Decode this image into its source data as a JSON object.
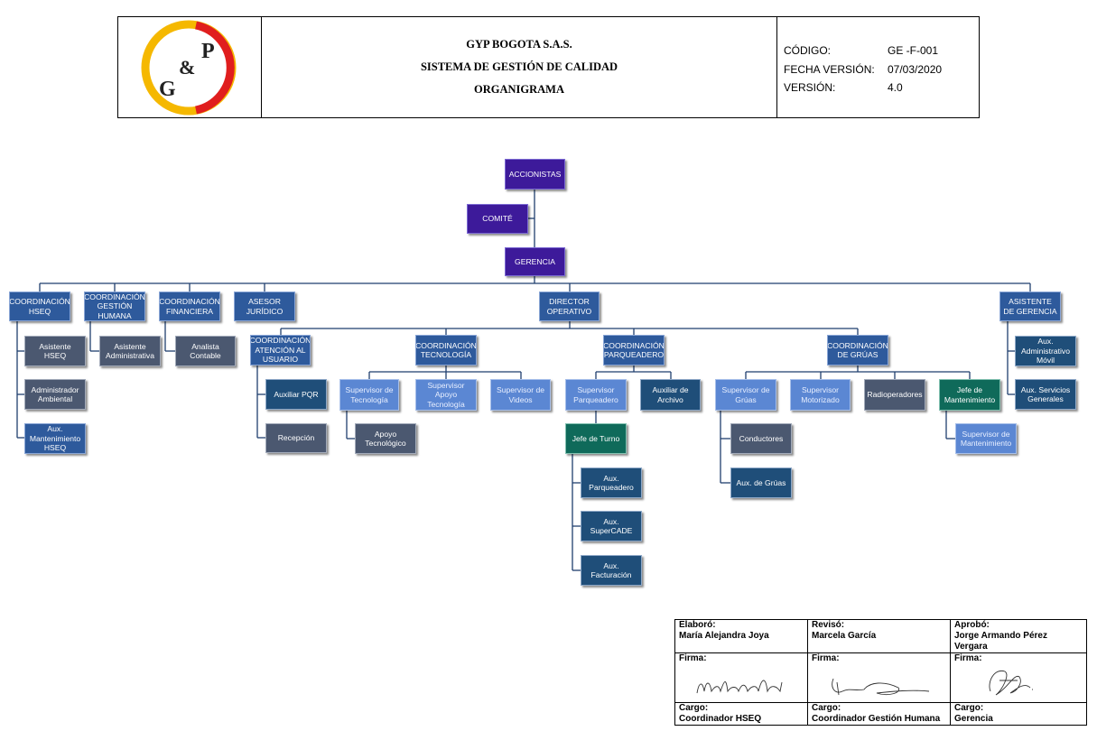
{
  "header": {
    "company": "GYP BOGOTA S.A.S.",
    "system": "SISTEMA DE GESTIÓN DE CALIDAD",
    "document": "ORGANIGRAMA",
    "logo_text": "G&P",
    "code_label": "CÓDIGO:",
    "code_value": "GE -F-001",
    "date_label": "FECHA VERSIÓN:",
    "date_value": "07/03/2020",
    "version_label": "VERSIÓN:",
    "version_value": "4.0"
  },
  "org": {
    "accionistas": "ACCIONISTAS",
    "comite": "COMITÉ",
    "gerencia": "GERENCIA",
    "coord_hseq": "COORDINACIÓN HSEQ",
    "coord_gh": "COORDINACIÓN GESTIÓN HUMANA",
    "coord_fin": "COORDINACIÓN FINANCIERA",
    "asesor_juridico": "ASESOR JURÍDICO",
    "director_operativo": "DIRECTOR OPERATIVO",
    "asistente_gerencia": "ASISTENTE DE GERENCIA",
    "asistente_hseq": "Asistente HSEQ",
    "admin_ambiental": "Administrador Ambiental",
    "aux_mant_hseq": "Aux. Mantenimiento HSEQ",
    "asistente_admin": "Asistente Administrativa",
    "analista_contable": "Analista Contable",
    "coord_atencion": "COORDINACIÓN ATENCIÓN AL USUARIO",
    "aux_pqr": "Auxiliar PQR",
    "recepcion": "Recepción",
    "coord_tec": "COORDINACIÓN TECNOLOGÍA",
    "sup_tec": "Supervisor de Tecnología",
    "sup_apoyo_tec": "Supervisor Apoyo Tecnología",
    "sup_videos": "Supervisor de Videos",
    "apoyo_tec": "Apoyo Tecnológico",
    "coord_parq": "COORDINACIÓN PARQUEADERO",
    "sup_parq": "Supervisor Parqueadero",
    "aux_archivo": "Auxiliar de Archivo",
    "jefe_turno": "Jefe de Turno",
    "aux_parq": "Aux. Parqueadero",
    "aux_supercade": "Aux. SuperCADE",
    "aux_facturacion": "Aux. Facturación",
    "coord_gruas": "COORDINACIÓN DE GRÚAS",
    "sup_gruas": "Supervisor de Grúas",
    "sup_motorizado": "Supervisor Motorizado",
    "radioperadores": "Radioperadores",
    "jefe_mant": "Jefe de Mantenimiento",
    "sup_mant": "Supervisor de Mantenimiento",
    "conductores": "Conductores",
    "aux_gruas": "Aux. de Grúas",
    "aux_admin_movil": "Aux. Administrativo Móvil",
    "aux_servicios": "Aux. Servicios Generales"
  },
  "approvals": {
    "elaboro_label": "Elaboró:",
    "elaboro_name": "María Alejandra Joya",
    "reviso_label": "Revisó:",
    "reviso_name": "Marcela García",
    "aprobo_label": "Aprobó:",
    "aprobo_name": "Jorge Armando Pérez Vergara",
    "firma_label": "Firma:",
    "cargo_label": "Cargo:",
    "cargo_1": "Coordinador HSEQ",
    "cargo_2": "Coordinador Gestión Humana",
    "cargo_3": "Gerencia"
  }
}
